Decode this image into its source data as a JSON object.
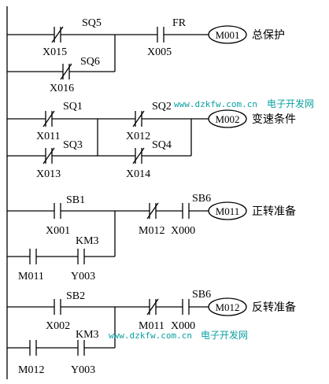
{
  "rungs": [
    {
      "contacts_top": [
        "SQ5",
        "X015"
      ],
      "contacts_branch": [
        "SQ6",
        "X016"
      ],
      "series": [
        "FR",
        "X005"
      ],
      "coil": "M001",
      "coil_desc": "总保护"
    },
    {
      "contacts_left": [
        [
          "SQ1",
          "X011"
        ],
        [
          "SQ3",
          "X013"
        ]
      ],
      "contacts_right": [
        [
          "SQ2",
          "X012"
        ],
        [
          "SQ4",
          "X014"
        ]
      ],
      "coil": "M002",
      "coil_desc": "变速条件"
    },
    {
      "start": [
        "SB1",
        "X001"
      ],
      "hold": [
        "KM3",
        "Y003"
      ],
      "hold_contact": "M011",
      "interlock": "M012",
      "stop": [
        "SB6",
        "X000"
      ],
      "coil": "M011",
      "coil_desc": "正转准备"
    },
    {
      "start": [
        "SB2",
        "X002"
      ],
      "hold": [
        "KM3",
        "Y003"
      ],
      "hold_contact": "M012",
      "interlock": "M011",
      "stop": [
        "SB6",
        "X000"
      ],
      "coil": "M012",
      "coil_desc": "反转准备"
    }
  ],
  "watermarks": [
    {
      "url": "www.dzkfw.com.cn",
      "name": "电子开发网"
    },
    {
      "url": "www.dzkfw.com.cn",
      "name": "电子开发网"
    }
  ],
  "colors": {
    "line": "#000000",
    "watermark": "#0aa0a0"
  }
}
